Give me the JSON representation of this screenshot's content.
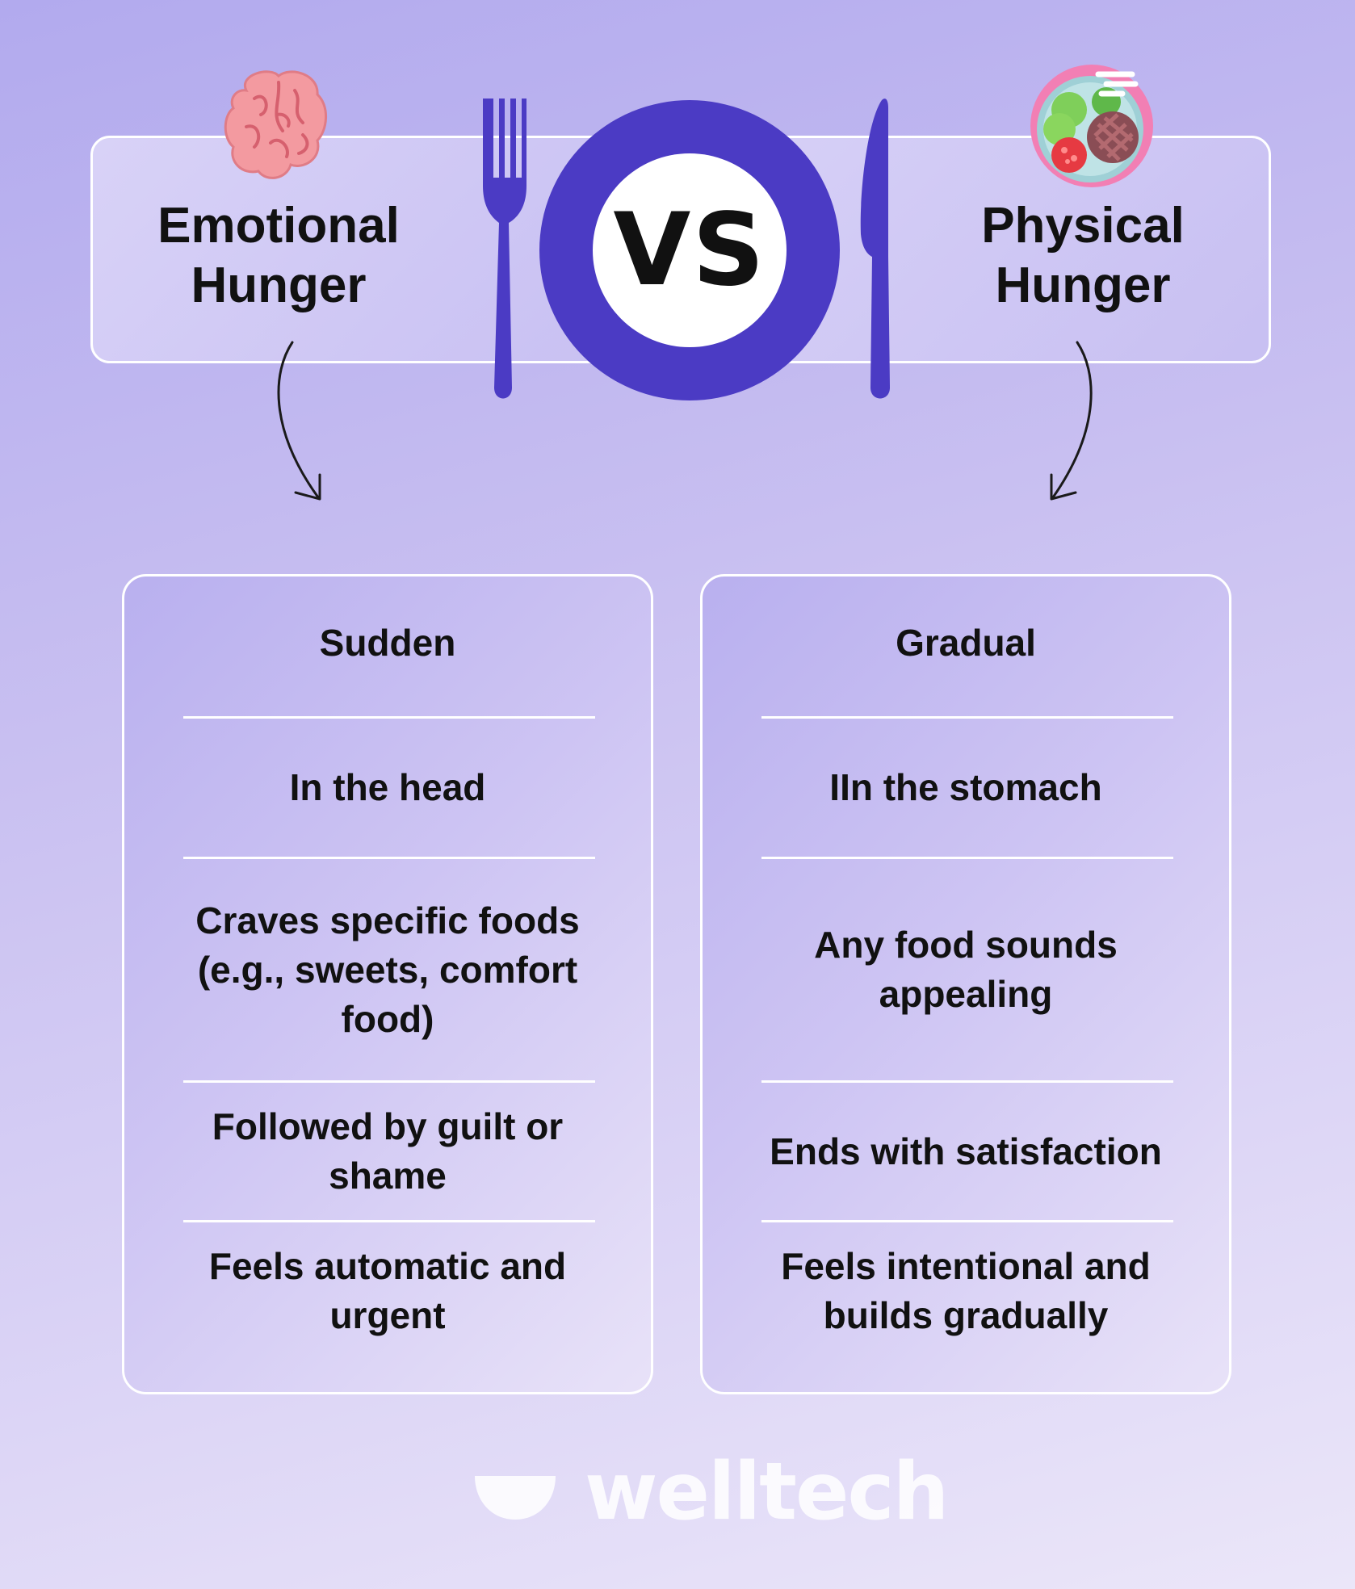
{
  "header": {
    "left_title": "Emotional Hunger",
    "vs_label": "VS",
    "right_title": "Physical Hunger"
  },
  "icons": {
    "left": "brain-icon",
    "right": "food-plate-icon",
    "plate": "plate-icon",
    "fork": "fork-icon",
    "knife": "knife-icon"
  },
  "emotional": {
    "rows": [
      "Sudden",
      "In the head",
      "Craves specific foods (e.g., sweets, comfort food)",
      "Followed by guilt or shame",
      "Feels automatic and urgent"
    ]
  },
  "physical": {
    "rows": [
      "Gradual",
      "IIn the stomach",
      "Any food sounds appealing",
      "Ends with satisfaction",
      "Feels intentional and builds gradually"
    ]
  },
  "brand": {
    "name": "welltech"
  },
  "colors": {
    "accent": "#4b3bc4",
    "background": "#c9c0f1",
    "text": "#111111"
  }
}
